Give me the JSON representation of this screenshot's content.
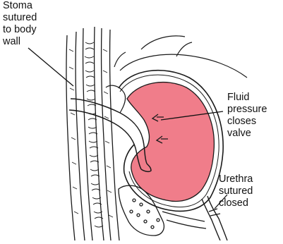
{
  "labels": {
    "stoma": "Stoma\nsutured\nto body\nwall",
    "fluid": "Fluid\npressure\ncloses\nvalve",
    "urethra": "Urethra\nsutured\nclosed"
  },
  "colors": {
    "fluid_fill": "#f07d8a",
    "ink": "#1a1a1a",
    "paper": "#ffffff"
  }
}
